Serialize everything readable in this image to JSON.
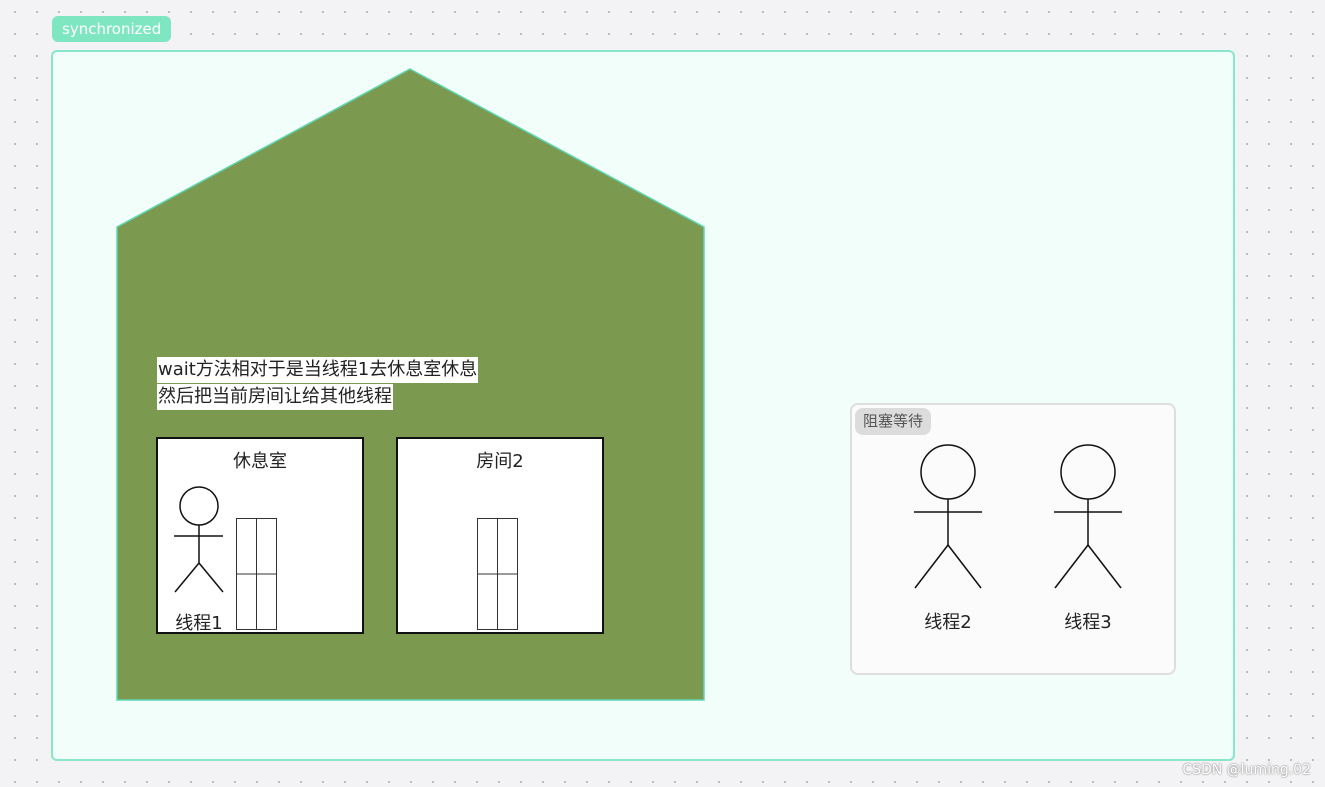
{
  "group": {
    "label": "synchronized"
  },
  "house": {
    "fill_color": "#7c9a4f",
    "caption_line1": "wait方法相对于是当线程1去休息室休息",
    "caption_line2": "然后把当前房间让给其他线程"
  },
  "rooms": [
    {
      "title": "休息室",
      "occupant_label": "线程1"
    },
    {
      "title": "房间2"
    }
  ],
  "waiting_area": {
    "title": "阻塞等待",
    "threads": [
      "线程2",
      "线程3"
    ]
  },
  "colors": {
    "group_tag": "#7fe6c2",
    "group_border": "#8ae6c8",
    "group_background": "#f1fef9",
    "house_outline": "#5fd6b4"
  },
  "watermark": "CSDN @luming.02"
}
